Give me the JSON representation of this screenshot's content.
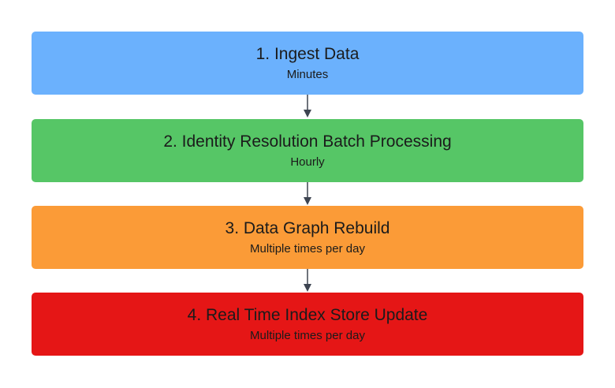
{
  "steps": [
    {
      "title": "1. Ingest Data",
      "subtitle": "Minutes",
      "color": "#6bb1fd"
    },
    {
      "title": "2. Identity Resolution Batch Processing",
      "subtitle": "Hourly",
      "color": "#56c666"
    },
    {
      "title": "3. Data Graph Rebuild",
      "subtitle": "Multiple times per day",
      "color": "#fb9b37"
    },
    {
      "title": "4. Real Time Index Store Update",
      "subtitle": "Multiple times per day",
      "color": "#e51616"
    }
  ],
  "connector_color": "#3d4451"
}
